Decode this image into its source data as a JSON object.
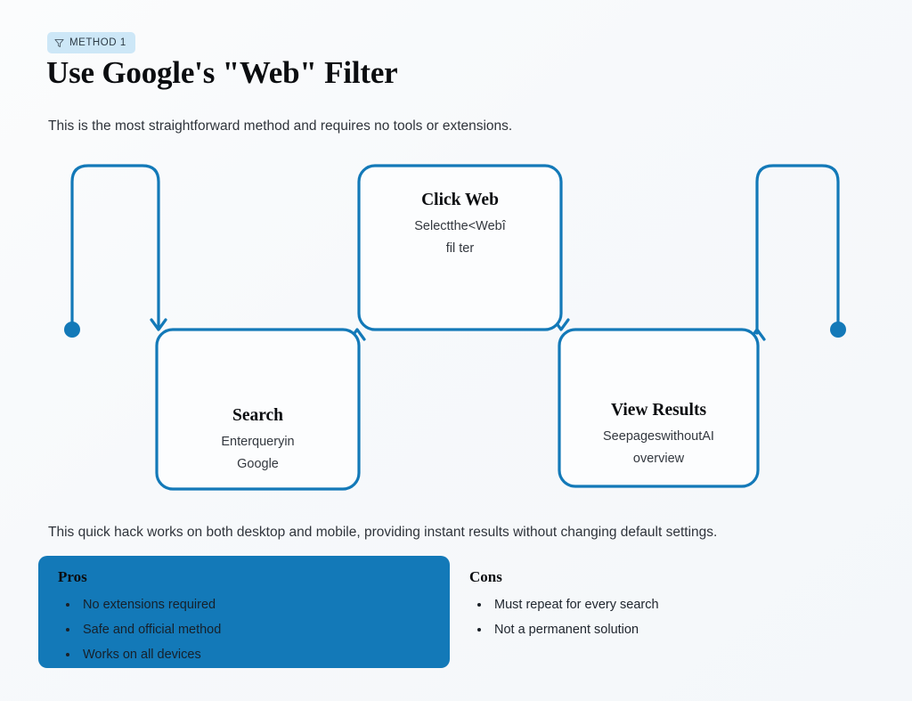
{
  "badge": {
    "label": "METHOD 1",
    "icon": "funnel-icon",
    "bg_color": "#cde7f7",
    "text_color": "#2b3a45"
  },
  "header": {
    "title": "Use Google's \"Web\" Filter",
    "intro": "This is the most straightforward method and requires no tools or extensions."
  },
  "diagram": {
    "accent_color": "#1379b8",
    "node_fill": "#fcfdfe",
    "nodes": [
      {
        "title": "Search",
        "desc_line1": "Enterqueryin",
        "desc_line2": "Google"
      },
      {
        "title": "Click Web",
        "desc_line1": "Selectthe<Webî",
        "desc_line2": "fil ter"
      },
      {
        "title": "View Results",
        "desc_line1": "SeepageswithoutAI",
        "desc_line2": "overview"
      }
    ]
  },
  "caption": "This quick hack works on both desktop and mobile, providing instant results without changing default settings.",
  "pros": {
    "heading": "Pros",
    "bg_color": "#1379b8",
    "items": [
      "No extensions required",
      "Safe and official method",
      "Works on all devices"
    ]
  },
  "cons": {
    "heading": "Cons",
    "items": [
      "Must repeat for every search",
      "Not a permanent solution"
    ]
  }
}
